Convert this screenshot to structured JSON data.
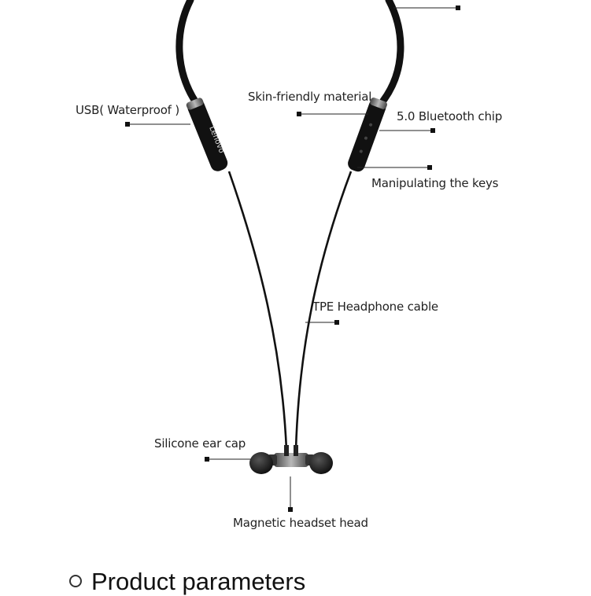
{
  "product": {
    "brand": "Lenovo",
    "callouts": {
      "usb": "USB( Waterproof )",
      "skin": "Skin-friendly material",
      "chip": "5.0 Bluetooth chip",
      "keys": "Manipulating the keys",
      "cable": "TPE Headphone cable",
      "eartip": "Silicone ear cap",
      "magnet": "Magnetic headset head"
    }
  },
  "section": {
    "title": "Product parameters"
  }
}
